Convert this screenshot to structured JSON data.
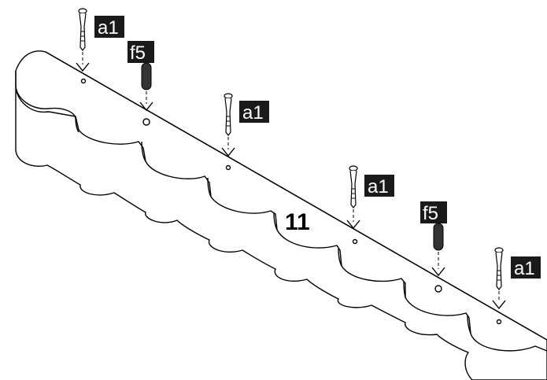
{
  "diagram": {
    "part_number": "11",
    "hardware_labels": {
      "screw": "a1",
      "dowel": "f5"
    },
    "callouts": [
      {
        "kind": "screw",
        "label": "a1"
      },
      {
        "kind": "dowel",
        "label": "f5"
      },
      {
        "kind": "screw",
        "label": "a1"
      },
      {
        "kind": "screw",
        "label": "a1"
      },
      {
        "kind": "dowel",
        "label": "f5"
      },
      {
        "kind": "screw",
        "label": "a1"
      }
    ],
    "colors": {
      "ink": "#000000",
      "label_bg": "#1a1a1a",
      "label_text": "#ffffff",
      "board_fill": "#ffffff"
    }
  }
}
